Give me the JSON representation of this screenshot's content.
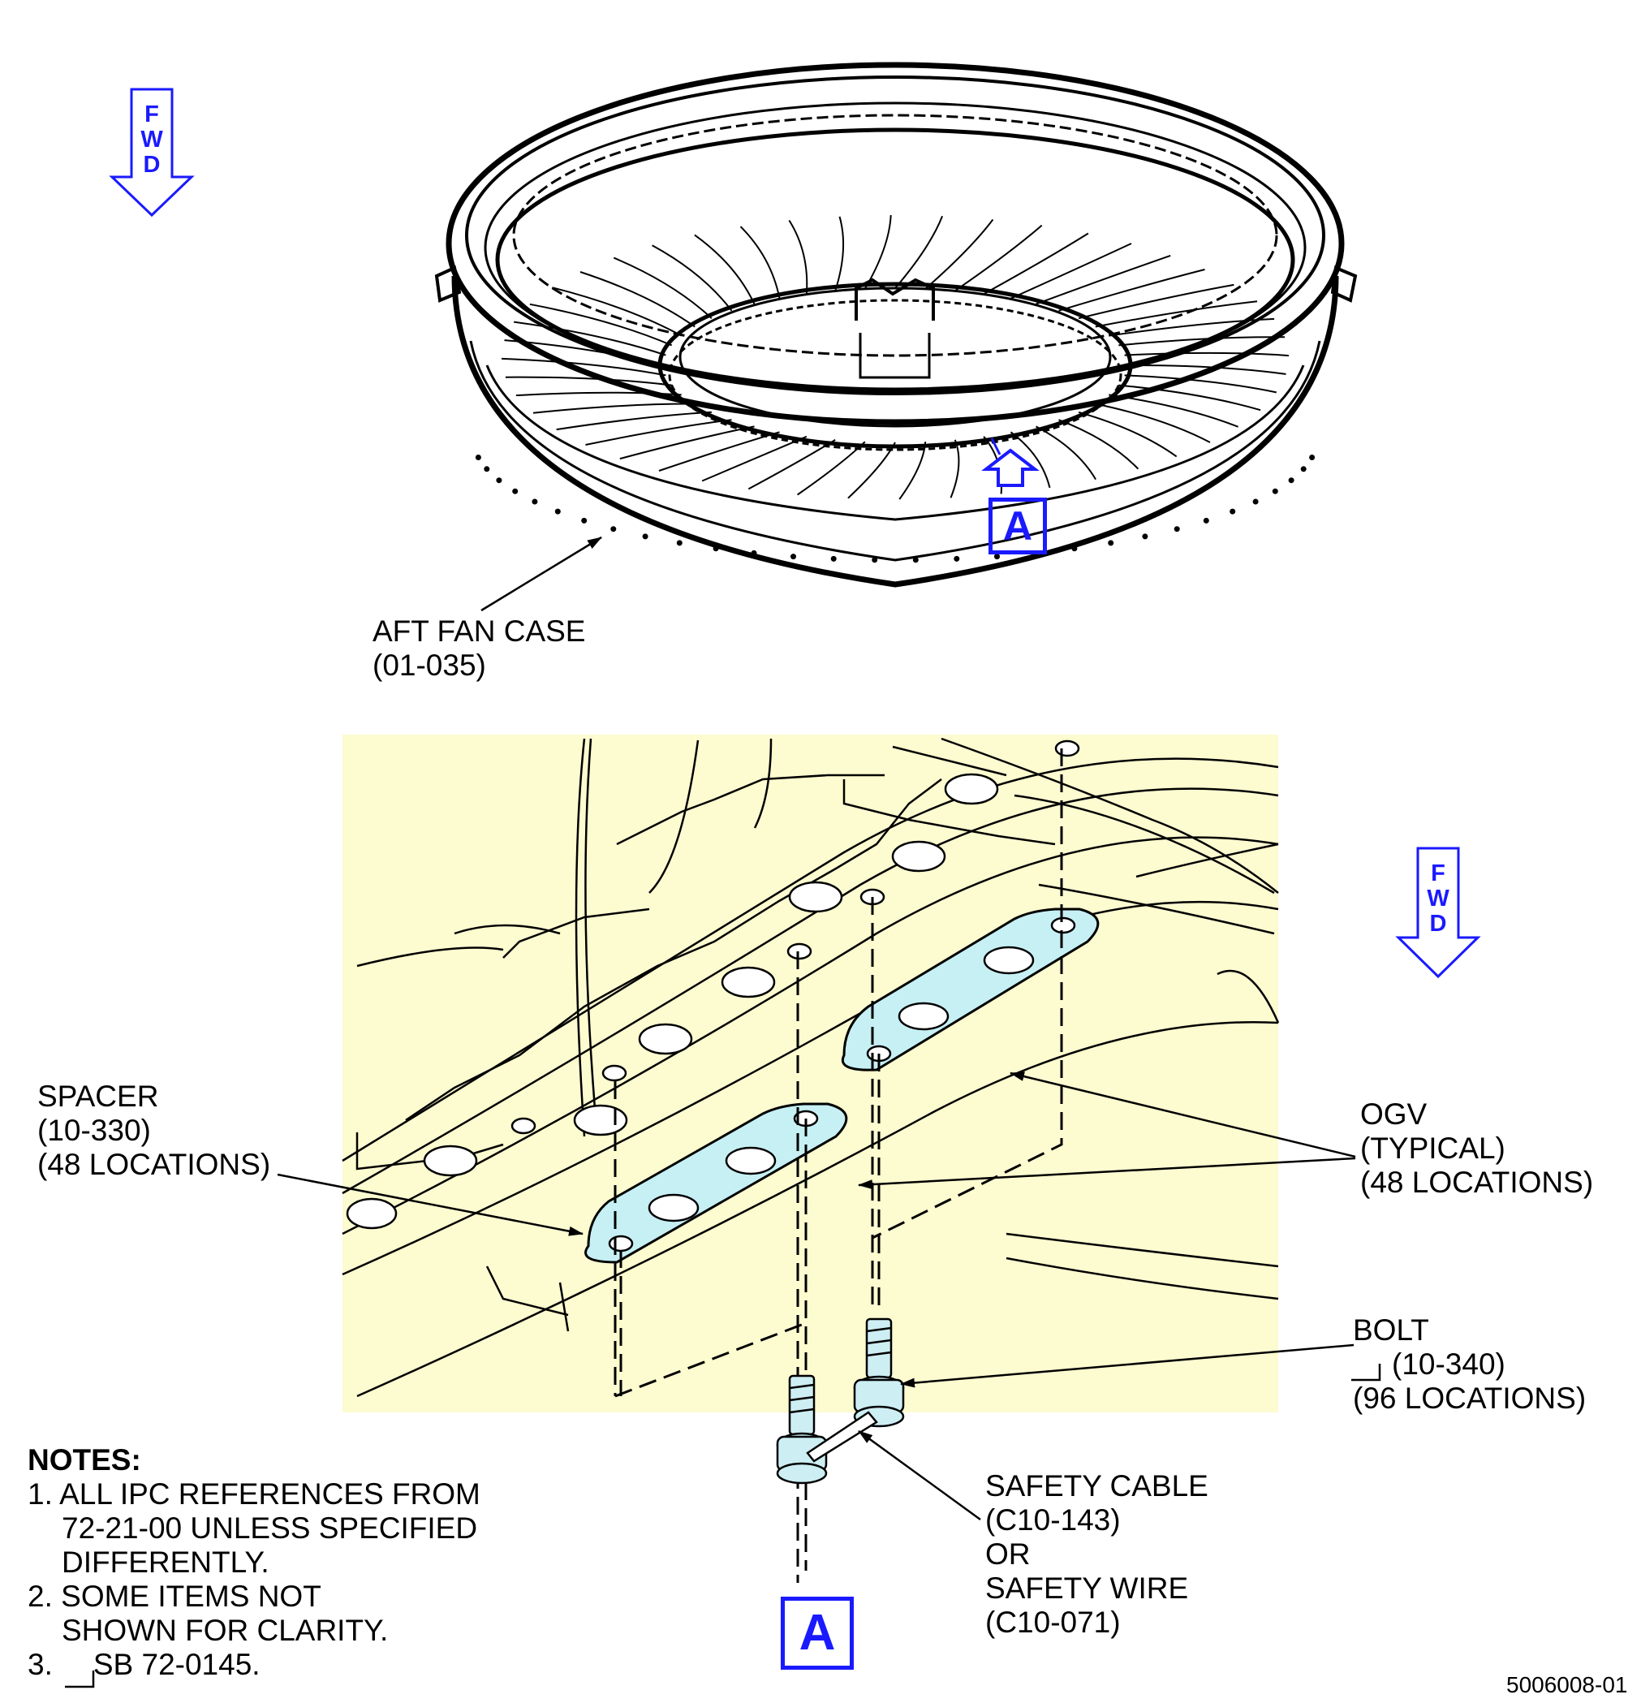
{
  "fwd_arrow_top": {
    "letters": [
      "F",
      "W",
      "D"
    ]
  },
  "fwd_arrow_detail": {
    "letters": [
      "F",
      "W",
      "D"
    ]
  },
  "view_callout_top": "A",
  "view_callout_detail": "A",
  "labels": {
    "aft_fan_case": [
      "AFT FAN CASE",
      "(01-035)"
    ],
    "spacer": [
      "SPACER",
      "(10-330)",
      "(48 LOCATIONS)"
    ],
    "ogv": [
      "OGV",
      "(TYPICAL)",
      "(48 LOCATIONS)"
    ],
    "bolt": [
      "BOLT",
      "(10-340)",
      "(96 LOCATIONS)"
    ],
    "safety": [
      "SAFETY CABLE",
      "(C10-143)",
      "OR",
      "SAFETY WIRE",
      "(C10-071)"
    ]
  },
  "notes": {
    "title": "NOTES:",
    "n1": [
      "1. ALL IPC REFERENCES FROM",
      "72-21-00 UNLESS SPECIFIED",
      "DIFFERENTLY."
    ],
    "n2": [
      "2. SOME ITEMS NOT",
      "SHOWN FOR CLARITY."
    ],
    "n3": "SB 72-0145.",
    "n3_prefix": "3."
  },
  "figure_id": "5006008-01",
  "colors": {
    "detail_background": "#fdfbd0",
    "spacer_fill": "#c6f0f4",
    "callout_blue": "#1a1aff",
    "bolt_fill": "#cdeef2"
  }
}
